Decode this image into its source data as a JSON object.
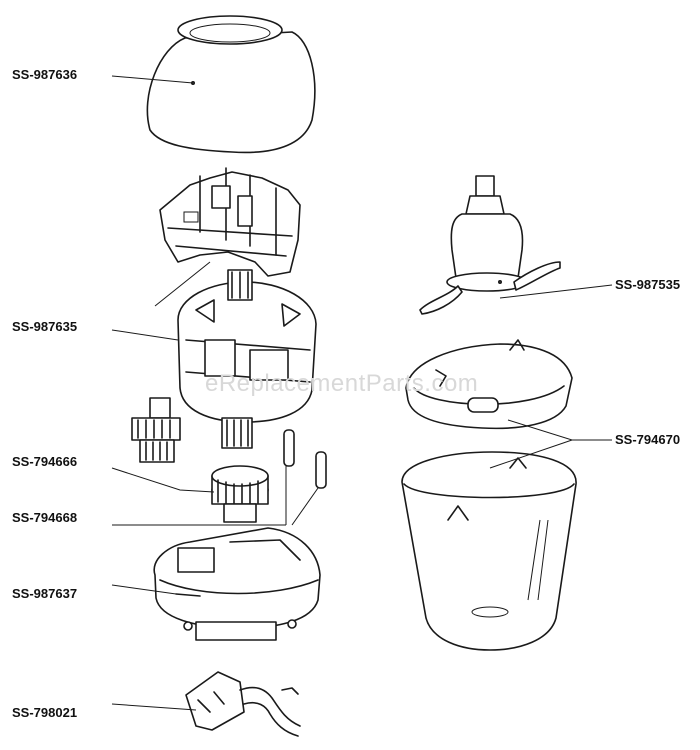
{
  "watermark": "eReplacementParts.com",
  "labels": {
    "lid": "SS-987636",
    "motor_housing": "SS-987635",
    "gear_a": "SS-794666",
    "gear_b": "SS-794668",
    "base": "SS-987637",
    "power_cord": "SS-798021",
    "blade": "SS-987535",
    "bowl": "SS-794670"
  }
}
